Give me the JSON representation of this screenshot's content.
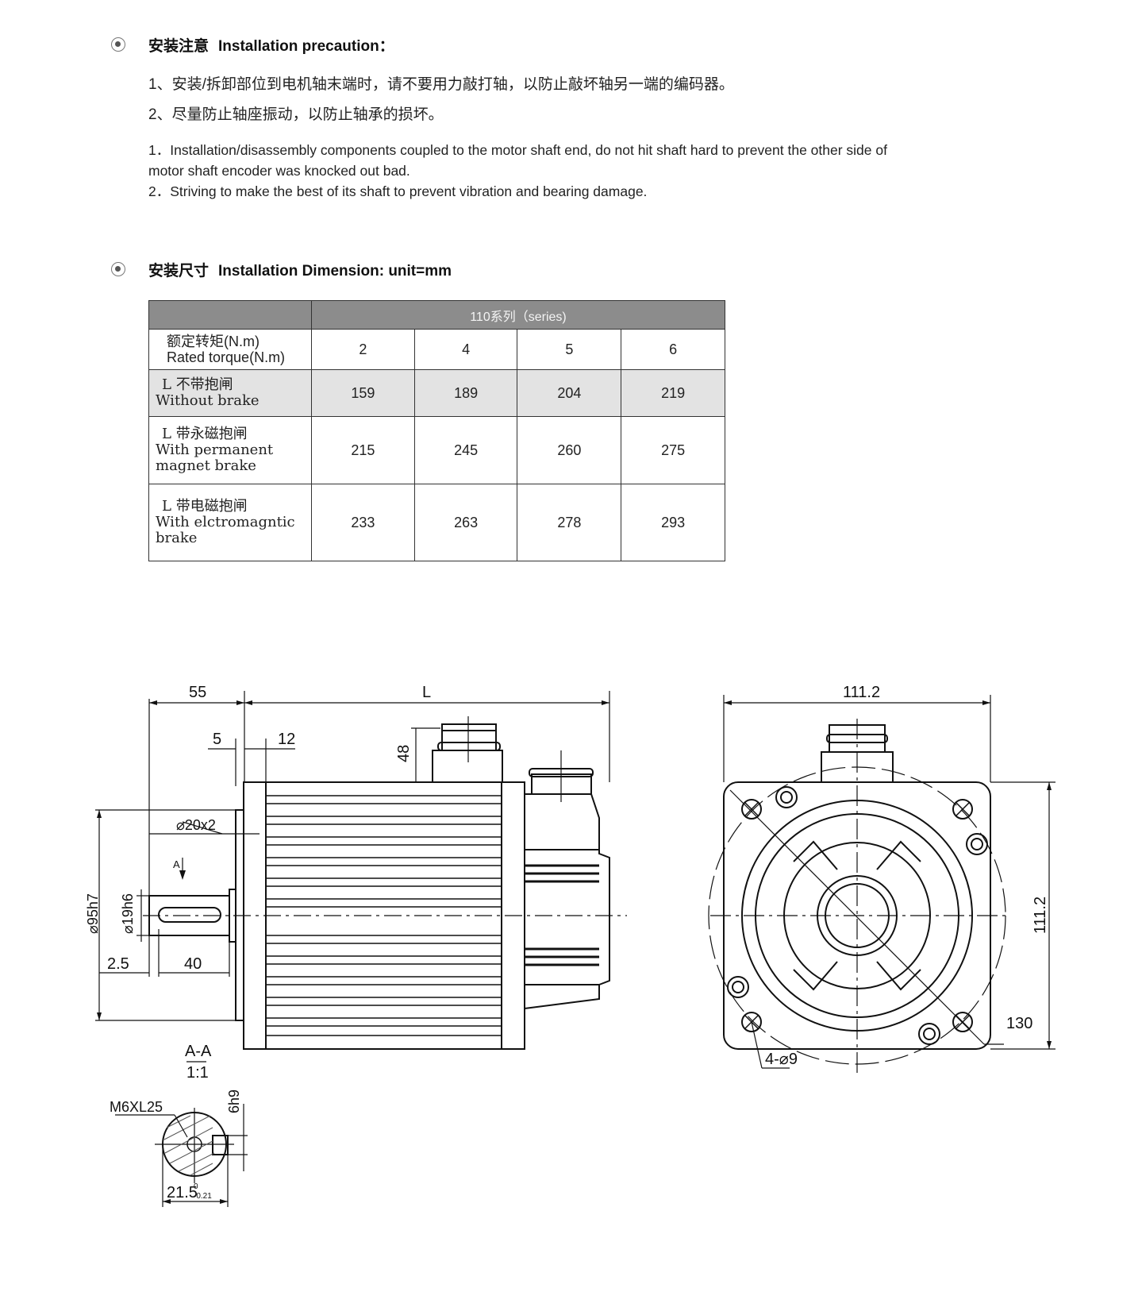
{
  "precaution": {
    "heading_cn": "安装注意",
    "heading_en": "Installation precaution：",
    "cn_lines": [
      "1、安装/拆卸部位到电机轴末端时，请不要用力敲打轴，以防止敲坏轴另一端的编码器。",
      "2、尽量防止轴座振动，以防止轴承的损坏。"
    ],
    "en_lines": [
      "1．Installation/disassembly components coupled to the motor shaft end, do not hit shaft hard to prevent the other side of",
      "motor shaft encoder was knocked out bad.",
      "2．Striving to make the best of its shaft to prevent vibration and bearing damage."
    ]
  },
  "dimension": {
    "heading_cn": "安装尺寸",
    "heading_en": "Installation Dimension:  unit=mm"
  },
  "table": {
    "series_header": "110系列（series)",
    "rows": [
      {
        "label_l": "",
        "label_cn": "额定转矩(N.m)",
        "label_en": "Rated torque(N.m)",
        "values": [
          "2",
          "4",
          "5",
          "6"
        ]
      },
      {
        "label_l": "L",
        "label_cn": "不带抱闸",
        "label_en": "Without brake",
        "values": [
          "159",
          "189",
          "204",
          "219"
        ]
      },
      {
        "label_l": "L",
        "label_cn": "带永磁抱闸",
        "label_en": "With permanent magnet brake",
        "values": [
          "215",
          "245",
          "260",
          "275"
        ]
      },
      {
        "label_l": "L",
        "label_cn": "带电磁抱闸",
        "label_en": "With elctromagntic brake",
        "values": [
          "233",
          "263",
          "278",
          "293"
        ]
      }
    ]
  },
  "drawing": {
    "side": {
      "dim_55": "55",
      "dim_L": "L",
      "dim_5": "5",
      "dim_12": "12",
      "dim_48": "48",
      "dim_shaft": "⌀20x2",
      "view_arrow": "A",
      "dim_95h7": "⌀95h7",
      "dim_19h6": "⌀19h6",
      "dim_2_5": "2.5",
      "dim_40": "40"
    },
    "section": {
      "title": "A-A",
      "scale": "1:1",
      "thread": "M6XL25",
      "key_width": "6h9",
      "depth": "21.5",
      "tol_upper": "0",
      "tol_lower": "-0.21"
    },
    "front": {
      "width": "111.2",
      "height": "111.2",
      "pcd": "130",
      "holes": "4-⌀9"
    }
  }
}
